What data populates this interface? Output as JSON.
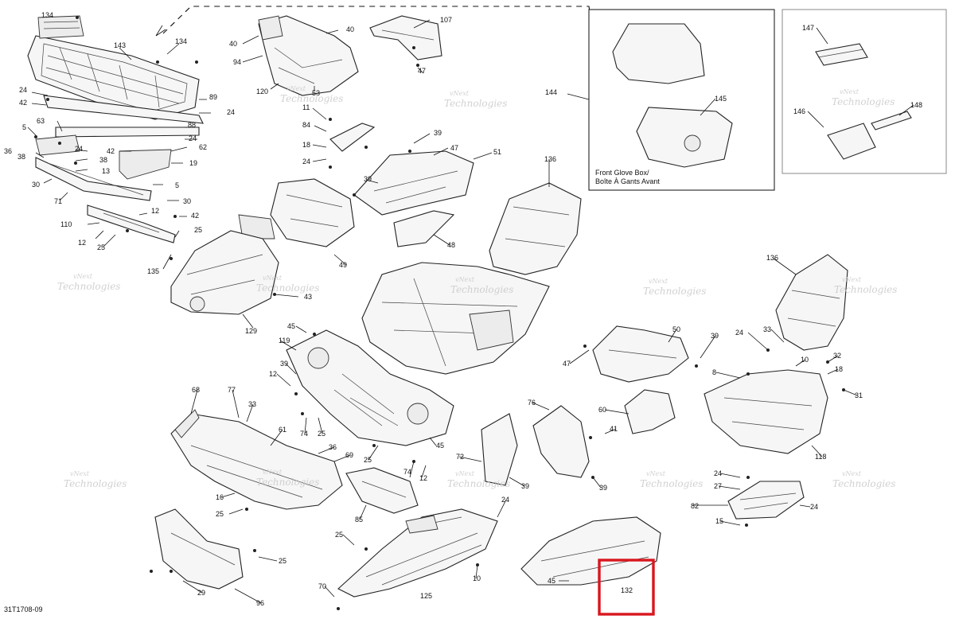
{
  "document": {
    "id": "31T1708-09",
    "watermark_line1": "vNext",
    "watermark_line2": "Technologies",
    "highlight_color": "#d9161e"
  },
  "inset": {
    "caption_line1": "Front Glove Box/",
    "caption_line2": "Boîte À Gants Avant"
  },
  "callouts": [
    {
      "id": "c134a",
      "label": "134"
    },
    {
      "id": "c134b",
      "label": "134"
    },
    {
      "id": "c143",
      "label": "143"
    },
    {
      "id": "c24a",
      "label": "24"
    },
    {
      "id": "c42a",
      "label": "42"
    },
    {
      "id": "c63",
      "label": "63"
    },
    {
      "id": "c5a",
      "label": "5"
    },
    {
      "id": "c36a",
      "label": "36"
    },
    {
      "id": "c38a",
      "label": "38"
    },
    {
      "id": "c24b",
      "label": "24"
    },
    {
      "id": "c38b",
      "label": "38"
    },
    {
      "id": "c13",
      "label": "13"
    },
    {
      "id": "c30a",
      "label": "30"
    },
    {
      "id": "c71",
      "label": "71"
    },
    {
      "id": "c89",
      "label": "89"
    },
    {
      "id": "c24c",
      "label": "24"
    },
    {
      "id": "c88",
      "label": "88"
    },
    {
      "id": "c24d",
      "label": "24"
    },
    {
      "id": "c42b",
      "label": "42"
    },
    {
      "id": "c62",
      "label": "62"
    },
    {
      "id": "c19",
      "label": "19"
    },
    {
      "id": "c5b",
      "label": "5"
    },
    {
      "id": "c30b",
      "label": "30"
    },
    {
      "id": "c12a",
      "label": "12"
    },
    {
      "id": "c42c",
      "label": "42"
    },
    {
      "id": "c110",
      "label": "110"
    },
    {
      "id": "c25a",
      "label": "25"
    },
    {
      "id": "c12b",
      "label": "12"
    },
    {
      "id": "c25b",
      "label": "25"
    },
    {
      "id": "c135",
      "label": "135"
    },
    {
      "id": "c40a",
      "label": "40"
    },
    {
      "id": "c40b",
      "label": "40"
    },
    {
      "id": "c94",
      "label": "94"
    },
    {
      "id": "c120",
      "label": "120"
    },
    {
      "id": "c53",
      "label": "53"
    },
    {
      "id": "c107",
      "label": "107"
    },
    {
      "id": "c47a",
      "label": "47"
    },
    {
      "id": "c11",
      "label": "11"
    },
    {
      "id": "c84",
      "label": "84"
    },
    {
      "id": "c18a",
      "label": "18"
    },
    {
      "id": "c24e",
      "label": "24"
    },
    {
      "id": "c39a",
      "label": "39"
    },
    {
      "id": "c47b",
      "label": "47"
    },
    {
      "id": "c51",
      "label": "51"
    },
    {
      "id": "c39b",
      "label": "39"
    },
    {
      "id": "c48",
      "label": "48"
    },
    {
      "id": "c49",
      "label": "49"
    },
    {
      "id": "c43",
      "label": "43"
    },
    {
      "id": "c129",
      "label": "129"
    },
    {
      "id": "c136a",
      "label": "136"
    },
    {
      "id": "c144",
      "label": "144"
    },
    {
      "id": "c145",
      "label": "145"
    },
    {
      "id": "c147",
      "label": "147"
    },
    {
      "id": "c146",
      "label": "146"
    },
    {
      "id": "c148",
      "label": "148"
    },
    {
      "id": "c136b",
      "label": "136"
    },
    {
      "id": "c45a",
      "label": "45"
    },
    {
      "id": "c119",
      "label": "119"
    },
    {
      "id": "c39c",
      "label": "39"
    },
    {
      "id": "c12c",
      "label": "12"
    },
    {
      "id": "c74a",
      "label": "74"
    },
    {
      "id": "c25c",
      "label": "25"
    },
    {
      "id": "c45b",
      "label": "45"
    },
    {
      "id": "c25d",
      "label": "25"
    },
    {
      "id": "c74b",
      "label": "74"
    },
    {
      "id": "c12d",
      "label": "12"
    },
    {
      "id": "c68",
      "label": "68"
    },
    {
      "id": "c77",
      "label": "77"
    },
    {
      "id": "c33a",
      "label": "33"
    },
    {
      "id": "c61",
      "label": "61"
    },
    {
      "id": "c36b",
      "label": "36"
    },
    {
      "id": "c69",
      "label": "69"
    },
    {
      "id": "c16",
      "label": "16"
    },
    {
      "id": "c25e",
      "label": "25"
    },
    {
      "id": "c85",
      "label": "85"
    },
    {
      "id": "c25f",
      "label": "25"
    },
    {
      "id": "c29",
      "label": "29"
    },
    {
      "id": "c96",
      "label": "96"
    },
    {
      "id": "c50",
      "label": "50"
    },
    {
      "id": "c39d",
      "label": "39"
    },
    {
      "id": "c47c",
      "label": "47"
    },
    {
      "id": "c60",
      "label": "60"
    },
    {
      "id": "c41",
      "label": "41"
    },
    {
      "id": "c76",
      "label": "76"
    },
    {
      "id": "c72",
      "label": "72"
    },
    {
      "id": "c39e",
      "label": "39"
    },
    {
      "id": "c39f",
      "label": "39"
    },
    {
      "id": "c24f",
      "label": "24"
    },
    {
      "id": "c25g",
      "label": "25"
    },
    {
      "id": "c10a",
      "label": "10"
    },
    {
      "id": "c125",
      "label": "125"
    },
    {
      "id": "c70",
      "label": "70"
    },
    {
      "id": "c45c",
      "label": "45"
    },
    {
      "id": "c132",
      "label": "132"
    },
    {
      "id": "c24g",
      "label": "24"
    },
    {
      "id": "c33b",
      "label": "33"
    },
    {
      "id": "c10b",
      "label": "10"
    },
    {
      "id": "c32",
      "label": "32"
    },
    {
      "id": "c18b",
      "label": "18"
    },
    {
      "id": "c8",
      "label": "8"
    },
    {
      "id": "c31",
      "label": "31"
    },
    {
      "id": "c118",
      "label": "118"
    },
    {
      "id": "c24h",
      "label": "24"
    },
    {
      "id": "c27",
      "label": "27"
    },
    {
      "id": "c82",
      "label": "82"
    },
    {
      "id": "c24i",
      "label": "24"
    },
    {
      "id": "c15",
      "label": "15"
    }
  ]
}
